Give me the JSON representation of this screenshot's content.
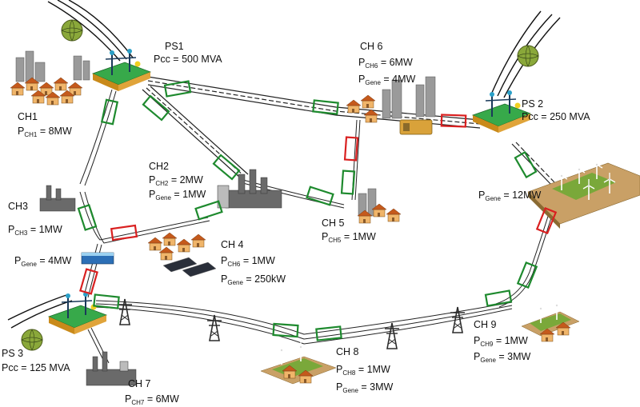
{
  "nodes": {
    "ps1": {
      "name": "PS1",
      "param": "Pcc = 500 MVA"
    },
    "ps2": {
      "name": "PS 2",
      "param": "Pcc = 250 MVA"
    },
    "ps3": {
      "name": "PS 3",
      "param": "Pcc = 125 MVA"
    },
    "ch1": {
      "name": "CH1",
      "p_sym": "P",
      "p_sub": "CH1",
      "p_val": " = 8MW"
    },
    "ch2": {
      "name": "CH2",
      "p_sym": "P",
      "p_sub": "CH2",
      "p_val": " = 2MW",
      "g_sym": "P",
      "g_sub": "Gene",
      "g_val": " = 1MW"
    },
    "ch3": {
      "name": "CH3",
      "p_sym": "P",
      "p_sub": "CH3",
      "p_val": " = 1MW",
      "g_sym": "P",
      "g_sub": "Gene",
      "g_val": " = 4MW"
    },
    "ch4": {
      "name": "CH 4",
      "p_sym": "P",
      "p_sub": "CH6",
      "p_val": " = 1MW",
      "g_sym": "P",
      "g_sub": "Gene",
      "g_val": " = 250kW"
    },
    "ch5": {
      "name": "CH 5",
      "p_sym": "P",
      "p_sub": "CH5",
      "p_val": " = 1MW"
    },
    "ch6": {
      "name": "CH 6",
      "p_sym": "P",
      "p_sub": "CH6",
      "p_val": " = 6MW",
      "g_sym": "P",
      "g_sub": "Gene",
      "g_val": " = 4MW"
    },
    "ch7": {
      "name": "CH 7",
      "p_sym": "P",
      "p_sub": "CH7",
      "p_val": " = 6MW"
    },
    "ch8": {
      "name": "CH 8",
      "p_sym": "P",
      "p_sub": "CH8",
      "p_val": " = 1MW",
      "g_sym": "P",
      "g_sub": "Gene",
      "g_val": " = 3MW"
    },
    "ch9": {
      "name": "CH 9",
      "p_sym": "P",
      "p_sub": "CH9",
      "p_val": " = 1MW",
      "g_sym": "P",
      "g_sub": "Gene",
      "g_val": " = 3MW"
    },
    "wind_farm": {
      "g_sym": "P",
      "g_sub": "Gene",
      "g_val": " = 12MW"
    }
  },
  "colors": {
    "breaker_closed": "#1e8a2e",
    "breaker_open": "#d92020",
    "line": "#222222",
    "substation_roof": "#37a94a",
    "substation_base": "#c98a1a",
    "house_roof": "#c55a1c",
    "house_wall": "#f0b56a",
    "building": "#9a9a9a",
    "tower": "#2b2b2b",
    "ground": "#c9a066",
    "solar": "#2a2f3a",
    "generator": "#d9a23a"
  },
  "icons": [
    "substation-icon",
    "city-icon",
    "house-cluster-icon",
    "factory-icon",
    "wind-turbine-icon",
    "solar-panel-icon",
    "transmission-tower-icon",
    "generator-icon",
    "battery-icon",
    "circuit-breaker-icon"
  ]
}
